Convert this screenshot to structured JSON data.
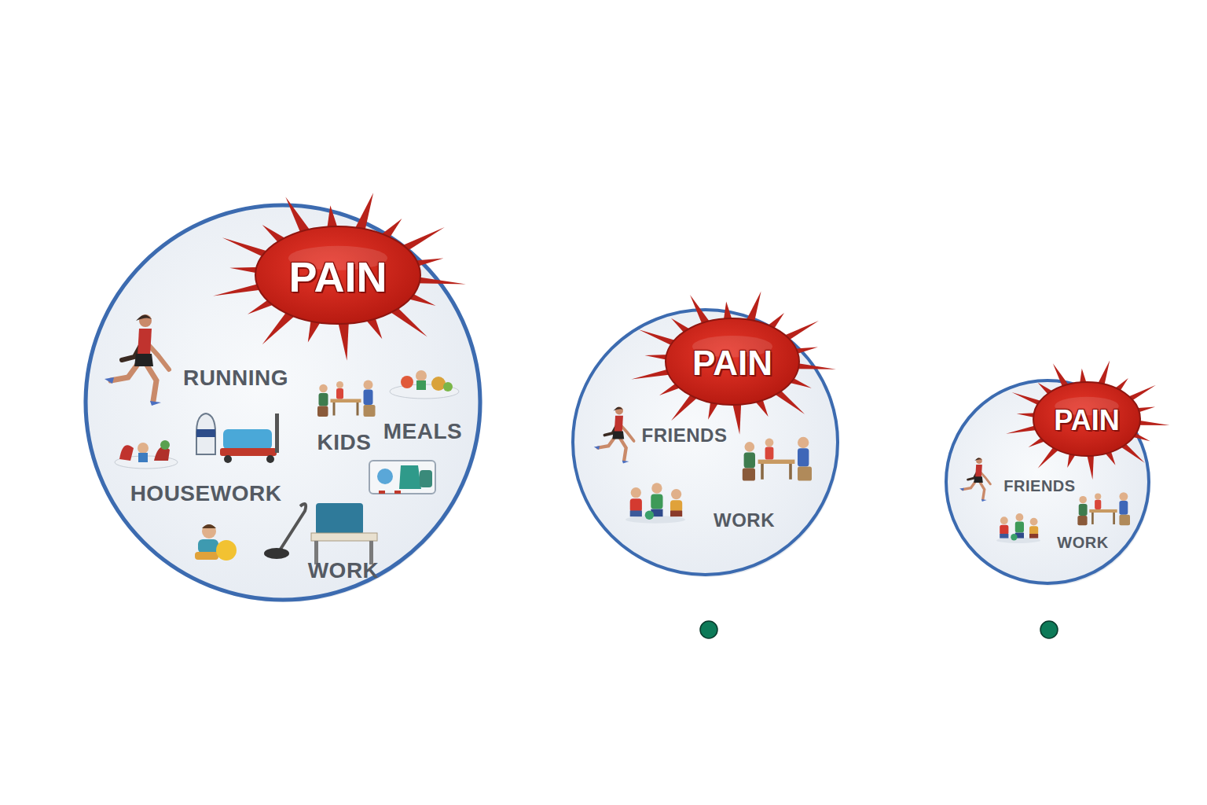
{
  "diagram": {
    "nodes": [
      {
        "text": [
          "RUNNING",
          "KIDS",
          "MEALS",
          "HOUSEWORK",
          "WORK"
        ]
      },
      {
        "text": [
          "PAIN"
        ],
        "in": 0
      },
      {
        "text": [
          "FRIENDS",
          "WORK"
        ]
      },
      {
        "text": [
          "PAIN"
        ],
        "in": 2
      },
      {
        "text": [
          "FRIENDS",
          "WORK"
        ]
      },
      {
        "text": [
          "PAIN"
        ],
        "in": 4
      }
    ]
  }
}
